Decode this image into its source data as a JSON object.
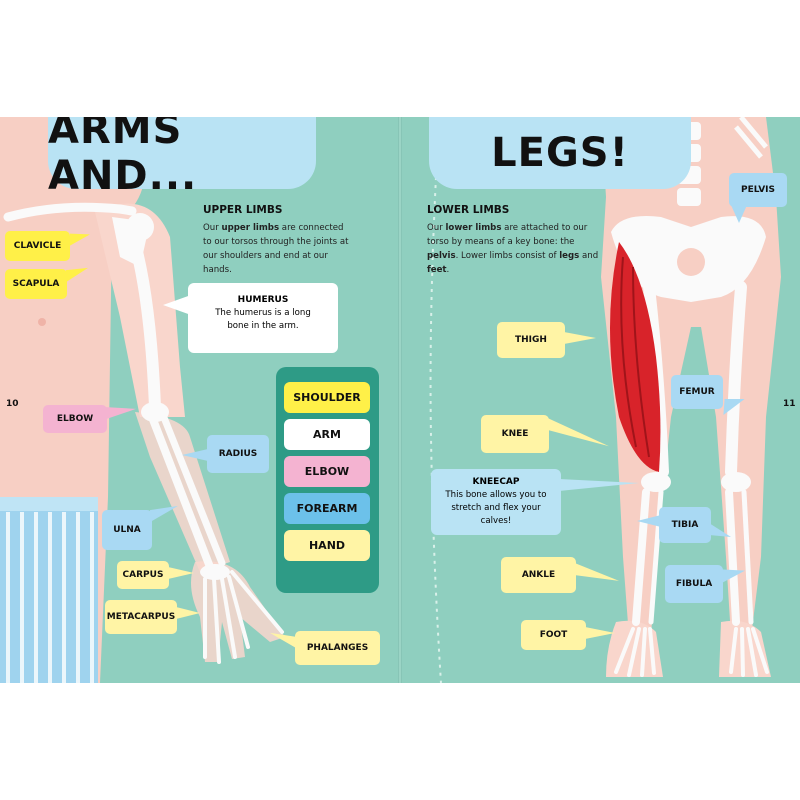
{
  "left_page": {
    "title": "ARMS AND...",
    "heading": "UPPER LIMBS",
    "intro": {
      "t1": "Our ",
      "b1": "upper limbs",
      "t2": " are connected to our torsos through the joints at our shoulders and end at our hands."
    },
    "humerus": {
      "title": "HUMERUS",
      "text": "The humerus is a long bone in the arm."
    },
    "labels": {
      "clavicle": "CLAVICLE",
      "scapula": "SCAPULA",
      "elbow": "ELBOW",
      "radius": "RADIUS",
      "ulna": "ULNA",
      "carpus": "CARPUS",
      "metacarpus": "METACARPUS",
      "phalanges": "PHALANGES"
    },
    "order_items": [
      "SHOULDER",
      "ARM",
      "ELBOW",
      "FOREARM",
      "HAND"
    ],
    "page_number": "10"
  },
  "right_page": {
    "title": "LEGS!",
    "heading": "LOWER LIMBS",
    "intro": {
      "t1": "Our ",
      "b1": "lower limbs",
      "t2": " are attached to our torso by means of a key bone: the ",
      "b2": "pelvis",
      "t3": ". Lower limbs consist of ",
      "b3": "legs",
      "t4": " and ",
      "b4": "feet",
      "t5": "."
    },
    "kneecap": {
      "title": "KNEECAP",
      "text": "This bone allows you to stretch and flex your calves!"
    },
    "labels": {
      "pelvis": "PELVIS",
      "thigh": "THIGH",
      "femur": "FEMUR",
      "knee": "KNEE",
      "tibia": "TIBIA",
      "ankle": "ANKLE",
      "fibula": "FIBULA",
      "foot": "FOOT"
    },
    "page_number": "11"
  },
  "colors": {
    "background": "#8fcfbf",
    "title_box": "#b9e3f4",
    "label_yellow": "#fff4a5",
    "label_bright_yellow": "#fff048",
    "label_blue": "#a9d9f3",
    "label_pink": "#f4b3d1",
    "panel_green": "#2e9b86",
    "muscle_red": "#d8232a",
    "skin": "#f7cfc4",
    "bone": "#fafafa"
  }
}
